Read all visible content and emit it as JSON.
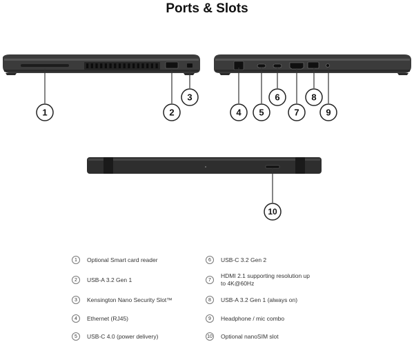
{
  "title": "Ports & Slots",
  "callouts": [
    "1",
    "2",
    "3",
    "4",
    "5",
    "6",
    "7",
    "8",
    "9",
    "10"
  ],
  "legend": [
    {
      "num": "1",
      "text": "Optional Smart card reader"
    },
    {
      "num": "2",
      "text": "USB-A 3.2 Gen 1"
    },
    {
      "num": "3",
      "text": "Kensington Nano Security Slot™"
    },
    {
      "num": "4",
      "text": "Ethernet (RJ45)"
    },
    {
      "num": "5",
      "text": "USB-C 4.0 (power delivery)"
    },
    {
      "num": "6",
      "text": "USB-C 3.2 Gen 2"
    },
    {
      "num": "7",
      "text": "HDMI 2.1 supporting resolution up to 4K@60Hz"
    },
    {
      "num": "8",
      "text": "USB-A 3.2 Gen 1 (always on)"
    },
    {
      "num": "9",
      "text": "Headphone / mic combo"
    },
    {
      "num": "10",
      "text": "Optional nanoSIM slot"
    }
  ],
  "colors": {
    "laptop_body": "#3a3a3a",
    "laptop_dark": "#1e1e1e",
    "leader_line": "#333333"
  }
}
